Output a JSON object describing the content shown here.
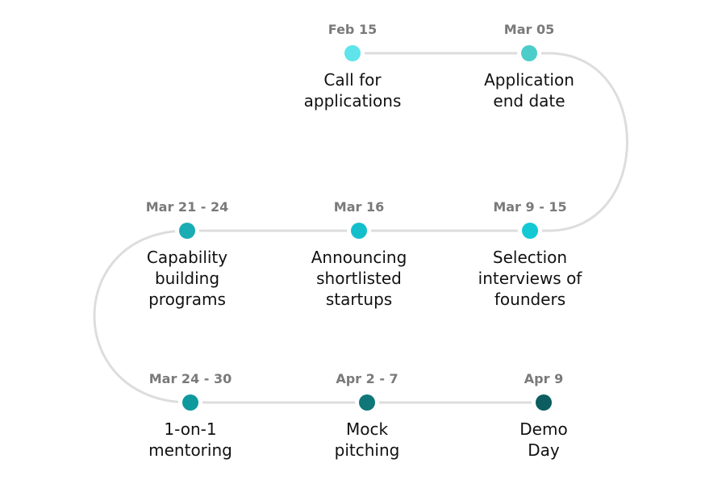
{
  "colors": {
    "connector": "#dddddd",
    "date_text": "#7a7a7a",
    "event_text": "#111111"
  },
  "milestones": [
    {
      "date": "Feb 15",
      "lines": [
        "Call for",
        "applications"
      ],
      "color": "#5ee4ea"
    },
    {
      "date": "Mar 05",
      "lines": [
        "Application",
        "end date"
      ],
      "color": "#4ccdc9"
    },
    {
      "date": "Mar 9 - 15",
      "lines": [
        "Selection",
        "interviews of",
        "founders"
      ],
      "color": "#12c9d4"
    },
    {
      "date": "Mar 16",
      "lines": [
        "Announcing",
        "shortlisted",
        "startups"
      ],
      "color": "#14bfcb"
    },
    {
      "date": "Mar 21 - 24",
      "lines": [
        "Capability",
        "building",
        "programs"
      ],
      "color": "#1aadb3"
    },
    {
      "date": "Mar 24 - 30",
      "lines": [
        "1-on-1",
        "mentoring"
      ],
      "color": "#0e9a9d"
    },
    {
      "date": "Apr 2 - 7",
      "lines": [
        "Mock",
        "pitching"
      ],
      "color": "#0f7779"
    },
    {
      "date": "Apr 9",
      "lines": [
        "Demo",
        "Day"
      ],
      "color": "#0b5d5f"
    }
  ]
}
